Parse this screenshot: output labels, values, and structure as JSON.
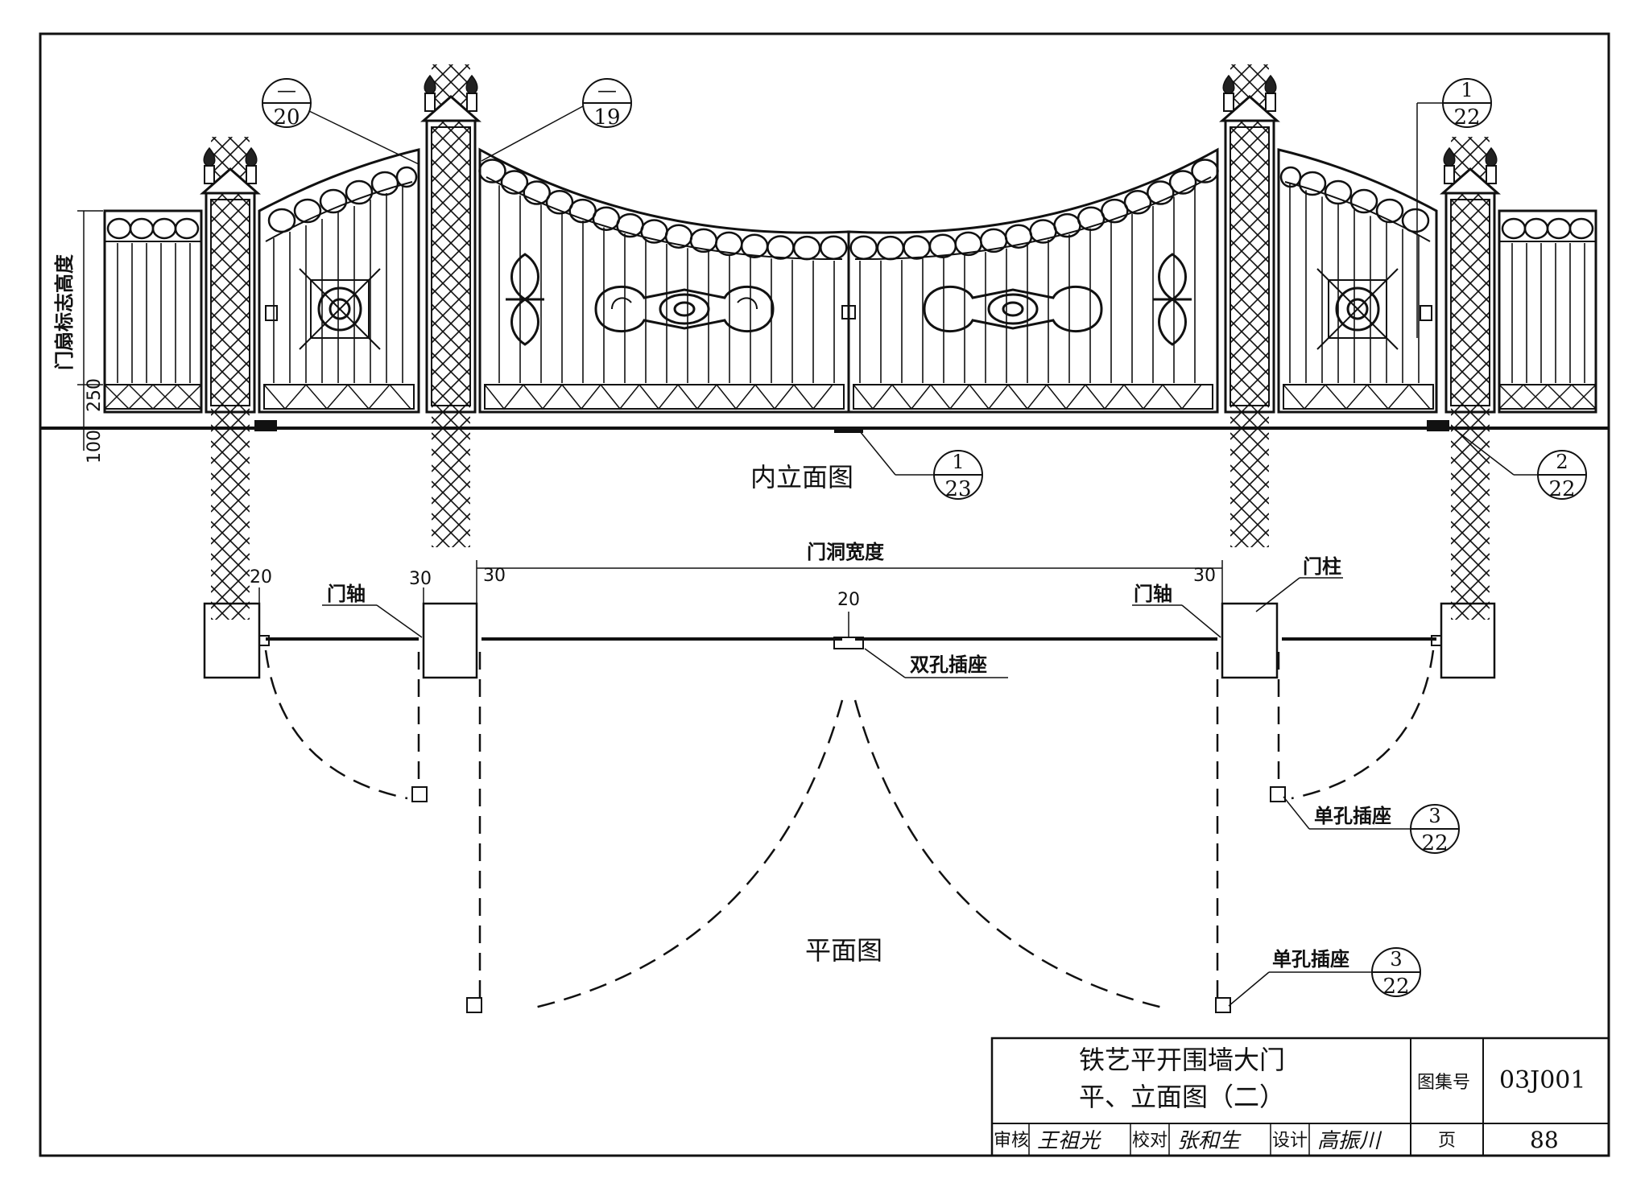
{
  "elevation": {
    "title": "内立面图",
    "height_label": "门扇标志高度",
    "dim_250": "250",
    "dim_100": "100"
  },
  "plan": {
    "title": "平面图",
    "opening_width": "门洞宽度",
    "hinge_left": "门轴",
    "hinge_right": "门轴",
    "pillar": "门柱",
    "double_socket": "双孔插座",
    "single_socket_1": "单孔插座",
    "single_socket_2": "单孔插座",
    "dim_20_left": "20",
    "dim_30_left": "30",
    "dim_30_inner": "30",
    "dim_20_center": "20",
    "dim_30_right": "30"
  },
  "callouts": [
    {
      "top": "—",
      "bottom": "20"
    },
    {
      "top": "—",
      "bottom": "19"
    },
    {
      "top": "1",
      "bottom": "22"
    },
    {
      "top": "1",
      "bottom": "23"
    },
    {
      "top": "2",
      "bottom": "22"
    },
    {
      "top": "3",
      "bottom": "22"
    },
    {
      "top": "3",
      "bottom": "22"
    }
  ],
  "title_block": {
    "title_line1": "铁艺平开围墙大门",
    "title_line2": "平、立面图（二）",
    "atlas_label": "图集号",
    "atlas_no": "03J001",
    "review_label": "审核",
    "review_sign": "王祖光",
    "check_label": "校对",
    "check_sign": "张和生",
    "design_label": "设计",
    "design_sign": "高振川",
    "page_label": "页",
    "page_no": "88"
  }
}
